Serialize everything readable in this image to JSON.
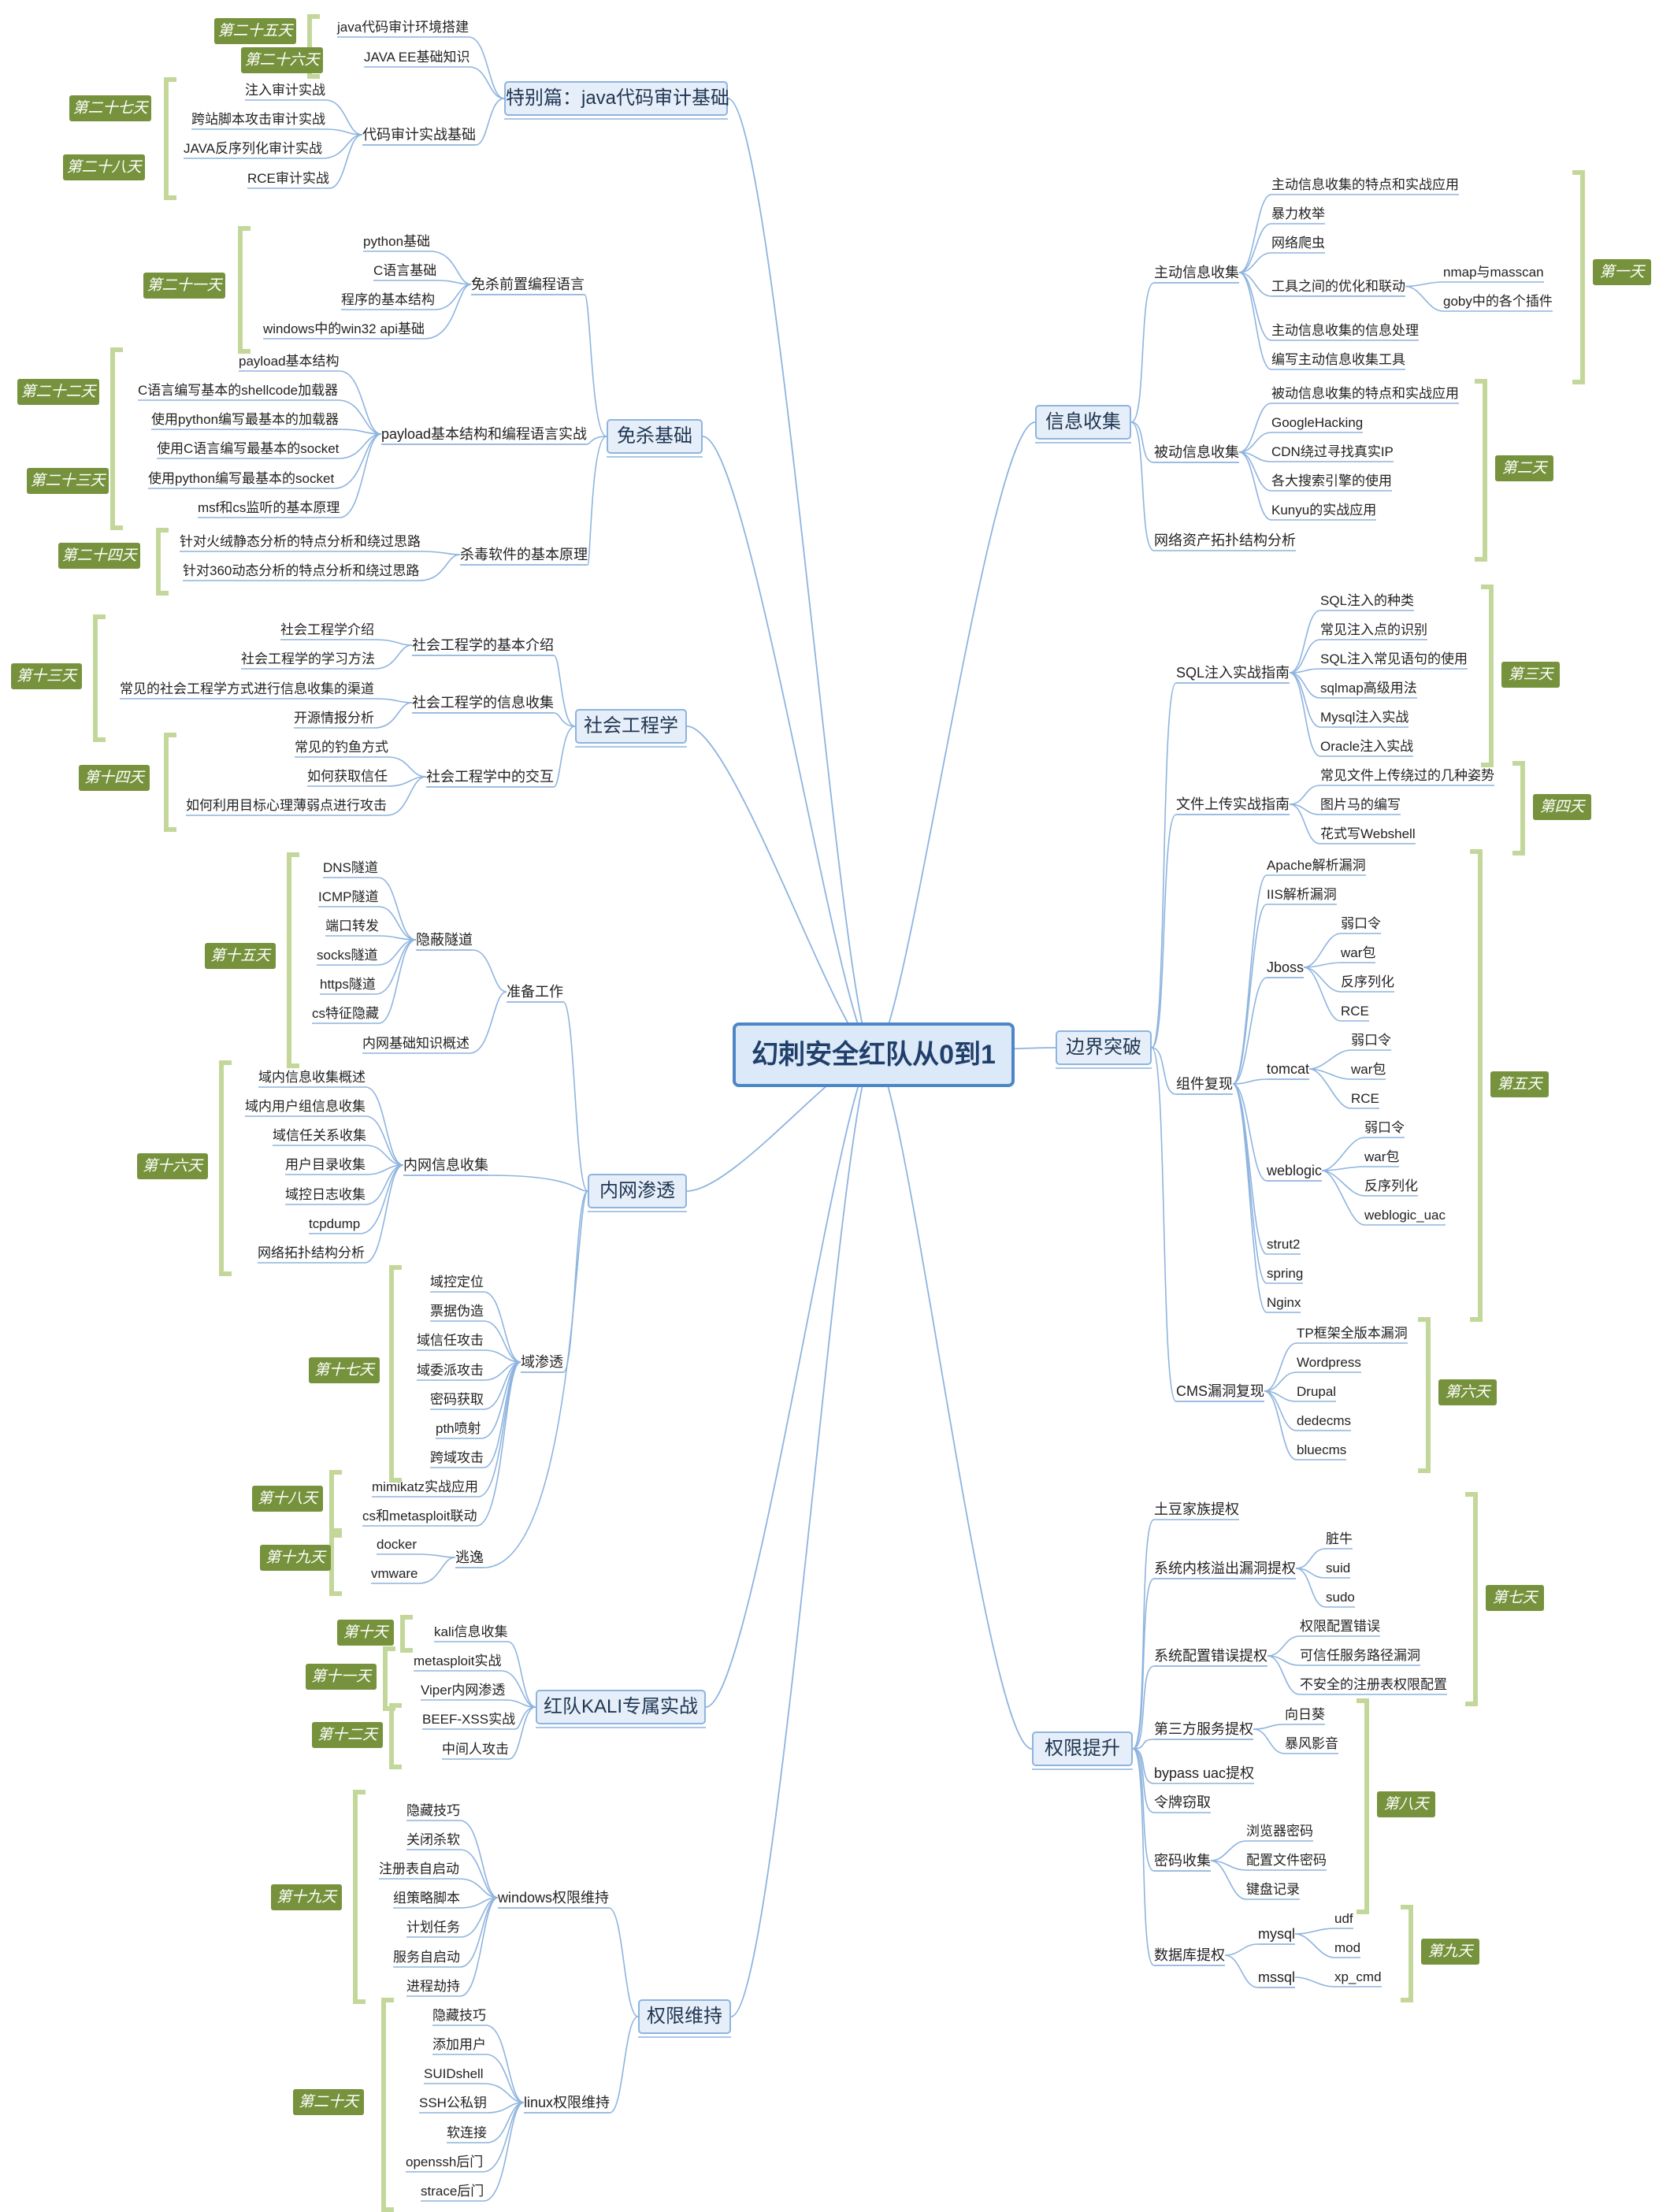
{
  "title": "幻刺安全红队从0到1",
  "branches": {
    "java": {
      "label": "特别篇：java代码审计基础",
      "mids": [
        "代码审计实战基础"
      ],
      "leaves": [
        "java代码审计环境搭建",
        "JAVA EE基础知识",
        "注入审计实战",
        "跨站脚本攻击审计实战",
        "JAVA反序列化审计实战",
        "RCE审计实战"
      ],
      "days": [
        "第二十五天",
        "第二十六天",
        "第二十七天",
        "第二十八天"
      ]
    },
    "av": {
      "label": "免杀基础",
      "mids": [
        "免杀前置编程语言",
        "payload基本结构和编程语言实战",
        "杀毒软件的基本原理"
      ],
      "leaves": [
        "python基础",
        "C语言基础",
        "程序的基本结构",
        "windows中的win32 api基础",
        "payload基本结构",
        "C语言编写基本的shellcode加载器",
        "使用python编写最基本的加载器",
        "使用C语言编写最基本的socket",
        "使用python编写最基本的socket",
        "msf和cs监听的基本原理",
        "针对火绒静态分析的特点分析和绕过思路",
        "针对360动态分析的特点分析和绕过思路"
      ],
      "days": [
        "第二十一天",
        "第二十二天",
        "第二十三天",
        "第二十四天"
      ]
    },
    "se": {
      "label": "社会工程学",
      "mids": [
        "社会工程学的基本介绍",
        "社会工程学的信息收集",
        "社会工程学中的交互"
      ],
      "leaves": [
        "社会工程学介绍",
        "社会工程学的学习方法",
        "常见的社会工程学方式进行信息收集的渠道",
        "开源情报分析",
        "常见的钓鱼方式",
        "如何获取信任",
        "如何利用目标心理薄弱点进行攻击"
      ],
      "days": [
        "第十三天",
        "第十四天"
      ]
    },
    "intranet": {
      "label": "内网渗透",
      "mids": [
        "准备工作",
        "隐蔽隧道",
        "内网信息收集",
        "域渗透",
        "逃逸"
      ],
      "leaves": [
        "DNS隧道",
        "ICMP隧道",
        "端口转发",
        "socks隧道",
        "https隧道",
        "cs特征隐藏",
        "内网基础知识概述",
        "域内信息收集概述",
        "域内用户组信息收集",
        "域信任关系收集",
        "用户目录收集",
        "域控日志收集",
        "tcpdump",
        "网络拓扑结构分析",
        "域控定位",
        "票据伪造",
        "域信任攻击",
        "域委派攻击",
        "密码获取",
        "pth喷射",
        "跨域攻击",
        "mimikatz实战应用",
        "cs和metasploit联动",
        "docker",
        "vmware"
      ],
      "days": [
        "第十五天",
        "第十六天",
        "第十七天",
        "第十八天",
        "第十九天"
      ]
    },
    "kali": {
      "label": "红队KALI专属实战",
      "leaves": [
        "kali信息收集",
        "metasploit实战",
        "Viper内网渗透",
        "BEEF-XSS实战",
        "中间人攻击"
      ],
      "days": [
        "第十天",
        "第十一天",
        "第十二天"
      ]
    },
    "persist": {
      "label": "权限维持",
      "mids": [
        "windows权限维持",
        "linux权限维持"
      ],
      "leaves": [
        "隐藏技巧",
        "关闭杀软",
        "注册表自启动",
        "组策略脚本",
        "计划任务",
        "服务自启动",
        "进程劫持",
        "隐藏技巧",
        "添加用户",
        "SUIDshell",
        "SSH公私钥",
        "软连接",
        "openssh后门",
        "strace后门"
      ],
      "days": [
        "第十九天",
        "第二十天"
      ]
    },
    "info": {
      "label": "信息收集",
      "mids": [
        "主动信息收集",
        "被动信息收集",
        "网络资产拓扑结构分析"
      ],
      "leaves": [
        "主动信息收集的特点和实战应用",
        "暴力枚举",
        "网络爬虫",
        "工具之间的优化和联动",
        "nmap与masscan",
        "goby中的各个插件",
        "主动信息收集的信息处理",
        "编写主动信息收集工具",
        "被动信息收集的特点和实战应用",
        "GoogleHacking",
        "CDN绕过寻找真实IP",
        "各大搜索引擎的使用",
        "Kunyu的实战应用"
      ],
      "days": [
        "第一天",
        "第二天"
      ]
    },
    "border": {
      "label": "边界突破",
      "mids": [
        "SQL注入实战指南",
        "文件上传实战指南",
        "组件复现",
        "Jboss",
        "tomcat",
        "weblogic",
        "CMS漏洞复现"
      ],
      "leaves": [
        "SQL注入的种类",
        "常见注入点的识别",
        "SQL注入常见语句的使用",
        "sqlmap高级用法",
        "Mysql注入实战",
        "Oracle注入实战",
        "常见文件上传绕过的几种姿势",
        "图片马的编写",
        "花式写Webshell",
        "Apache解析漏洞",
        "IIS解析漏洞",
        "弱口令",
        "war包",
        "反序列化",
        "RCE",
        "弱口令",
        "war包",
        "RCE",
        "弱口令",
        "war包",
        "反序列化",
        "weblogic_uac",
        "strut2",
        "spring",
        "Nginx",
        "TP框架全版本漏洞",
        "Wordpress",
        "Drupal",
        "dedecms",
        "bluecms"
      ],
      "days": [
        "第三天",
        "第四天",
        "第五天",
        "第六天"
      ]
    },
    "privesc": {
      "label": "权限提升",
      "mids": [
        "土豆家族提权",
        "系统内核溢出漏洞提权",
        "系统配置错误提权",
        "第三方服务提权",
        "bypass uac提权",
        "令牌窃取",
        "密码收集",
        "数据库提权",
        "mysql",
        "mssql"
      ],
      "leaves": [
        "脏牛",
        "suid",
        "sudo",
        "权限配置错误",
        "可信任服务路径漏洞",
        "不安全的注册表权限配置",
        "向日葵",
        "暴风影音",
        "浏览器密码",
        "配置文件密码",
        "键盘记录",
        "udf",
        "mod",
        "xp_cmd"
      ],
      "days": [
        "第七天",
        "第八天",
        "第九天"
      ]
    }
  }
}
